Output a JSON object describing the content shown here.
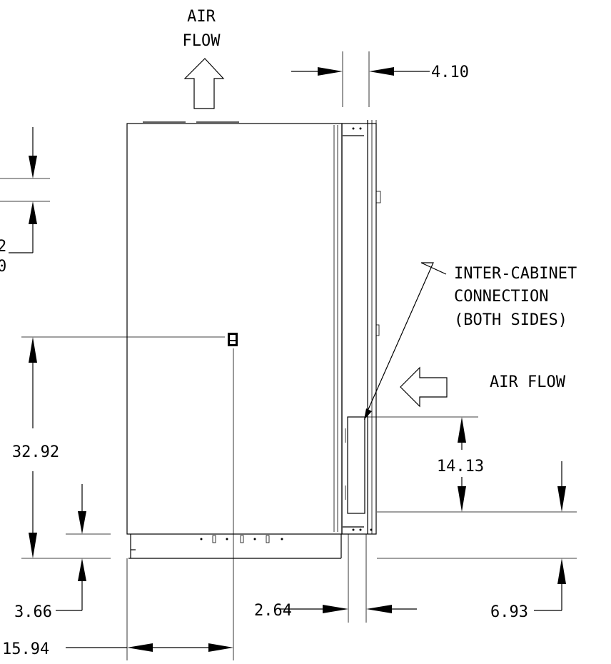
{
  "labels": {
    "air_flow_top_line1": "AIR",
    "air_flow_top_line2": "FLOW",
    "air_flow_side": "AIR FLOW",
    "inter_cabinet_line1": "INTER-CABINET",
    "inter_cabinet_line2": "CONNECTION",
    "inter_cabinet_line3": "(BOTH SIDES)",
    "cut_left_line1": "2",
    "cut_left_line2": "0"
  },
  "dimensions": {
    "d_4_10": "4.10",
    "d_32_92": "32.92",
    "d_14_13": "14.13",
    "d_3_66": "3.66",
    "d_2_64": "2.64",
    "d_6_93": "6.93",
    "d_15_94": "15.94"
  }
}
